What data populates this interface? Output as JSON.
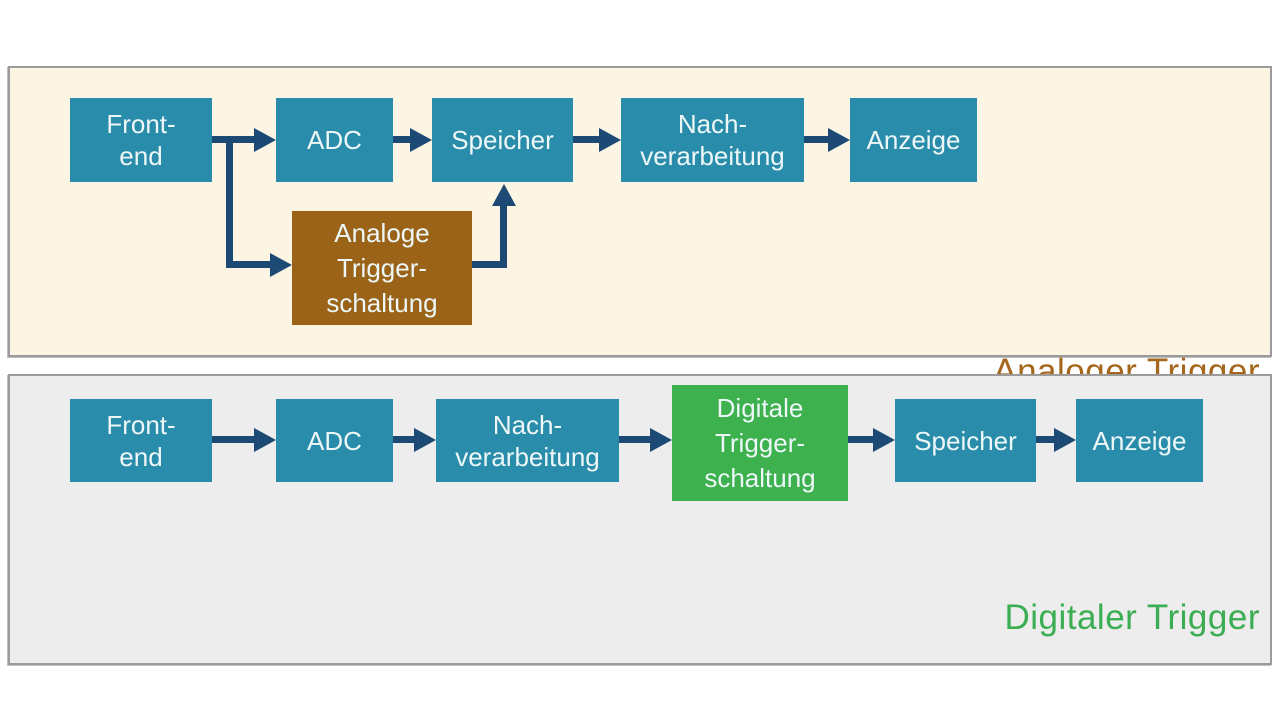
{
  "diagram": {
    "analog": {
      "title": "Analoger Trigger",
      "boxes": {
        "frontend": "Front-\nend",
        "adc": "ADC",
        "speicher": "Speicher",
        "nachverarbeitung": "Nach-\nverarbeitung",
        "anzeige": "Anzeige",
        "trigger": "Analoge\nTrigger-\nschaltung"
      }
    },
    "digital": {
      "title": "Digitaler Trigger",
      "boxes": {
        "frontend": "Front-\nend",
        "adc": "ADC",
        "nachverarbeitung": "Nach-\nverarbeitung",
        "trigger": "Digitale\nTrigger-\nschaltung",
        "speicher": "Speicher",
        "anzeige": "Anzeige"
      }
    },
    "colors": {
      "box_teal": "#2a8cab",
      "box_brown": "#9a6317",
      "box_green": "#3cb14e",
      "arrow_navy": "#1c4a74",
      "panel_analog_bg": "#fcf5e3",
      "panel_digital_bg": "#ededed",
      "panel_border": "#9b9b9b",
      "analog_label_color": "#a4671c",
      "digital_label_color": "#3bad52",
      "box_text": "#edf7f7"
    }
  }
}
